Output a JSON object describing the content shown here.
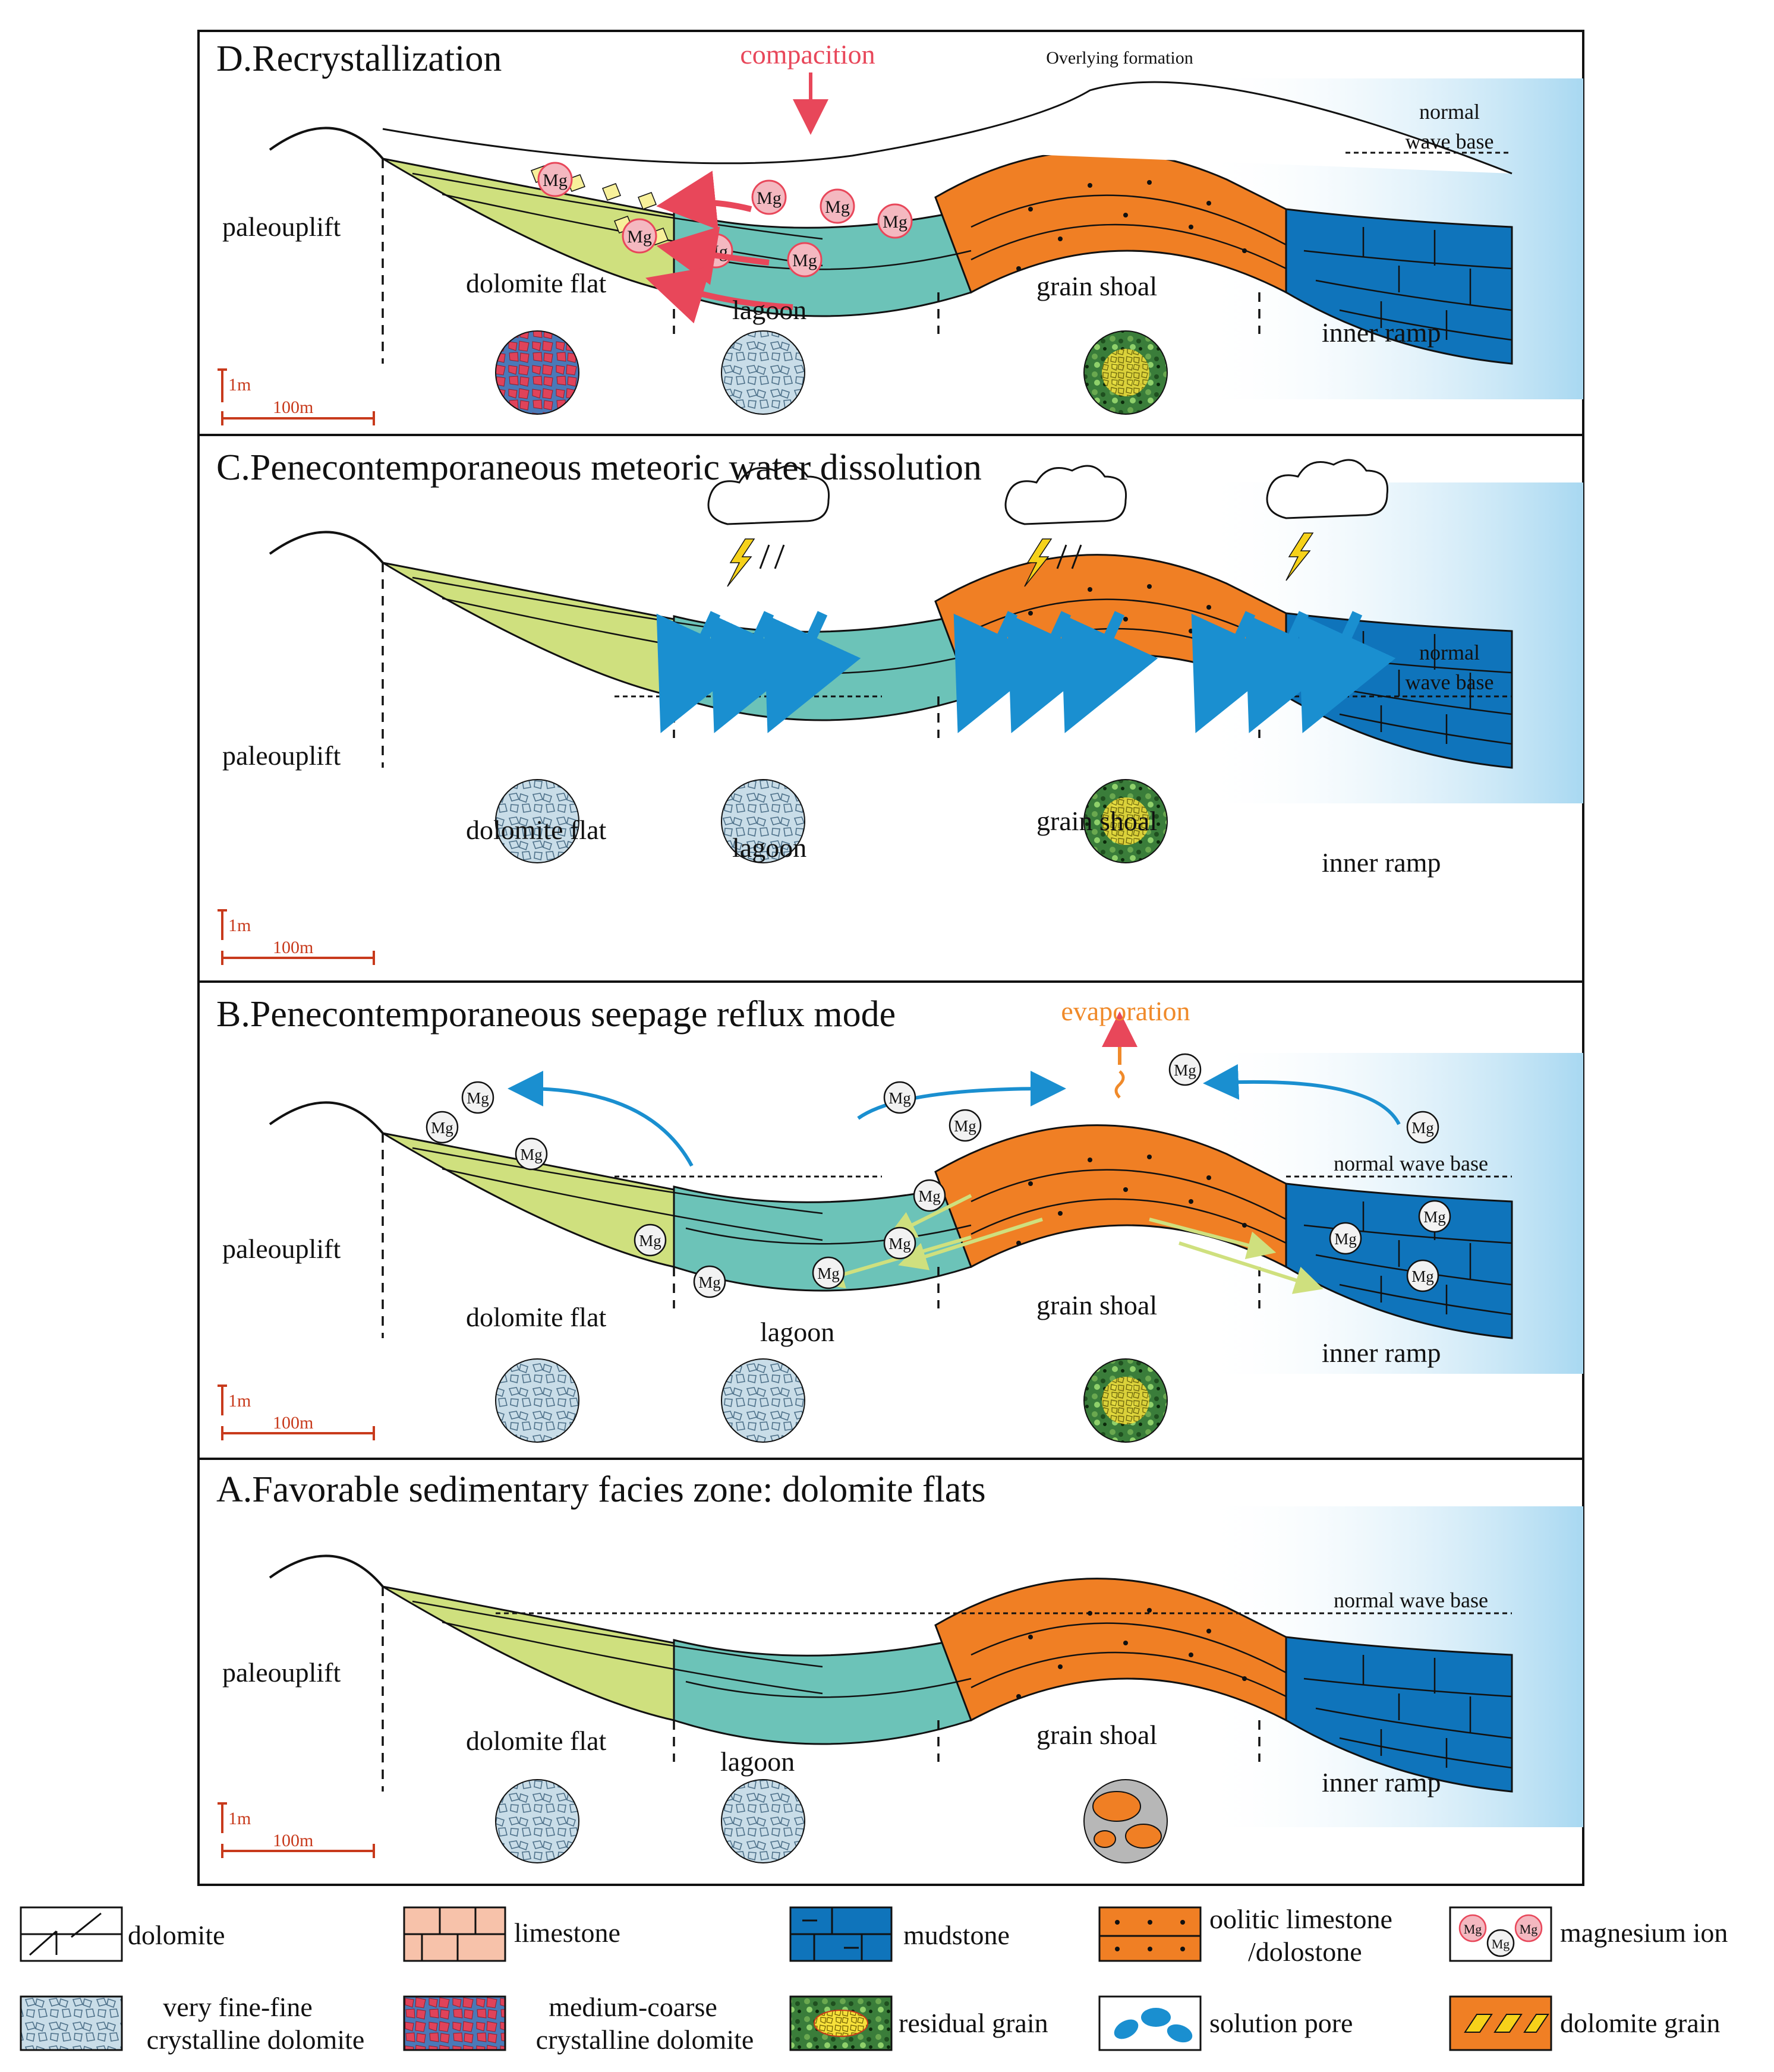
{
  "panels": [
    {
      "id": "D",
      "title": "D.Recrystallization",
      "paleouplift": "paleouplift",
      "dolomite_flat": "dolomite  flat",
      "lagoon": "lagoon",
      "grain_shoal": "grain shoal",
      "inner_ramp": "inner ramp",
      "wave_base_1": "normal",
      "wave_base_2": "wave base",
      "compaction": "compacition",
      "overlying": "Overlying formation",
      "scale_v": "1m",
      "scale_h": "100m",
      "ion": "Mg"
    },
    {
      "id": "C",
      "title": "C.Penecontemporaneous meteoric water dissolution",
      "paleouplift": "paleouplift",
      "dolomite_flat": "dolomite  flat",
      "lagoon": "lagoon",
      "grain_shoal": "grain shoal",
      "inner_ramp": "inner ramp",
      "wave_base_1": "normal",
      "wave_base_2": "wave base",
      "scale_v": "1m",
      "scale_h": "100m"
    },
    {
      "id": "B",
      "title": "B.Penecontemporaneous  seepage reflux mode",
      "paleouplift": "paleouplift",
      "dolomite_flat": "dolomite  flat",
      "lagoon": "lagoon",
      "grain_shoal": "grain shoal",
      "inner_ramp": "inner ramp",
      "wave_base": "normal wave base",
      "evaporation": "evaporation",
      "scale_v": "1m",
      "scale_h": "100m",
      "ion": "Mg"
    },
    {
      "id": "A",
      "title": "A.Favorable sedimentary facies zone: dolomite flats",
      "paleouplift": "paleouplift",
      "dolomite_flat": "dolomite  flat",
      "lagoon": "lagoon",
      "grain_shoal": "grain shoal",
      "inner_ramp": "inner ramp",
      "wave_base": "normal wave base",
      "scale_v": "1m",
      "scale_h": "100m"
    }
  ],
  "legend": {
    "dolomite": "dolomite",
    "limestone": "limestone",
    "mudstone": "mudstone",
    "oolitic_1": "oolitic limestone",
    "oolitic_2": "/dolostone",
    "magnesium": "magnesium ion",
    "fine_1": "very fine-fine",
    "fine_2": "crystalline dolomite",
    "coarse_1": "medium-coarse",
    "coarse_2": "crystalline dolomite",
    "residual": "residual  grain",
    "pore": "solution pore",
    "dgrain": "dolomite  grain",
    "ion": "Mg"
  },
  "colors": {
    "dolomite_flat": "#cfe07e",
    "lagoon": "#6cc3b8",
    "grain_shoal": "#f07f24",
    "inner_ramp": "#0f74bb",
    "water": "#bfe3f5",
    "arrow_blue": "#1a8fd0",
    "arrow_red": "#e8475a",
    "ion_pink": "#f4b8c0"
  }
}
